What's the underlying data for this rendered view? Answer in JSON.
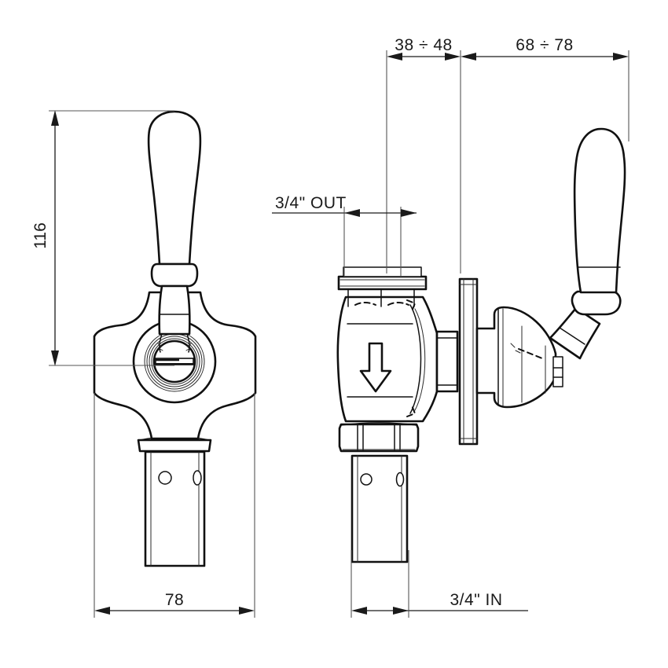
{
  "drawing": {
    "title": "Lever valve technical drawing",
    "type": "engineering-dimension-drawing",
    "background_color": "#ffffff",
    "line_color": "#111111",
    "text_color": "#1a1a1a",
    "views": [
      {
        "name": "front-view",
        "position": "left"
      },
      {
        "name": "side-section-view",
        "position": "right"
      }
    ]
  },
  "dimensions": {
    "height_116": {
      "label": "116",
      "orientation": "vertical",
      "view": "front-view"
    },
    "width_78": {
      "label": "78",
      "orientation": "horizontal",
      "view": "front-view"
    },
    "range_38_48": {
      "label": "38 ÷ 48",
      "orientation": "horizontal",
      "view": "side-section-view"
    },
    "range_68_78": {
      "label": "68 ÷ 78",
      "orientation": "horizontal",
      "view": "side-section-view"
    }
  },
  "callouts": {
    "outlet": {
      "label": "3/4\" OUT",
      "view": "side-section-view"
    },
    "inlet": {
      "label": "3/4\" IN",
      "view": "side-section-view"
    }
  },
  "symbols": {
    "flow_arrow": {
      "name": "flow-direction-arrow",
      "direction": "down"
    }
  }
}
